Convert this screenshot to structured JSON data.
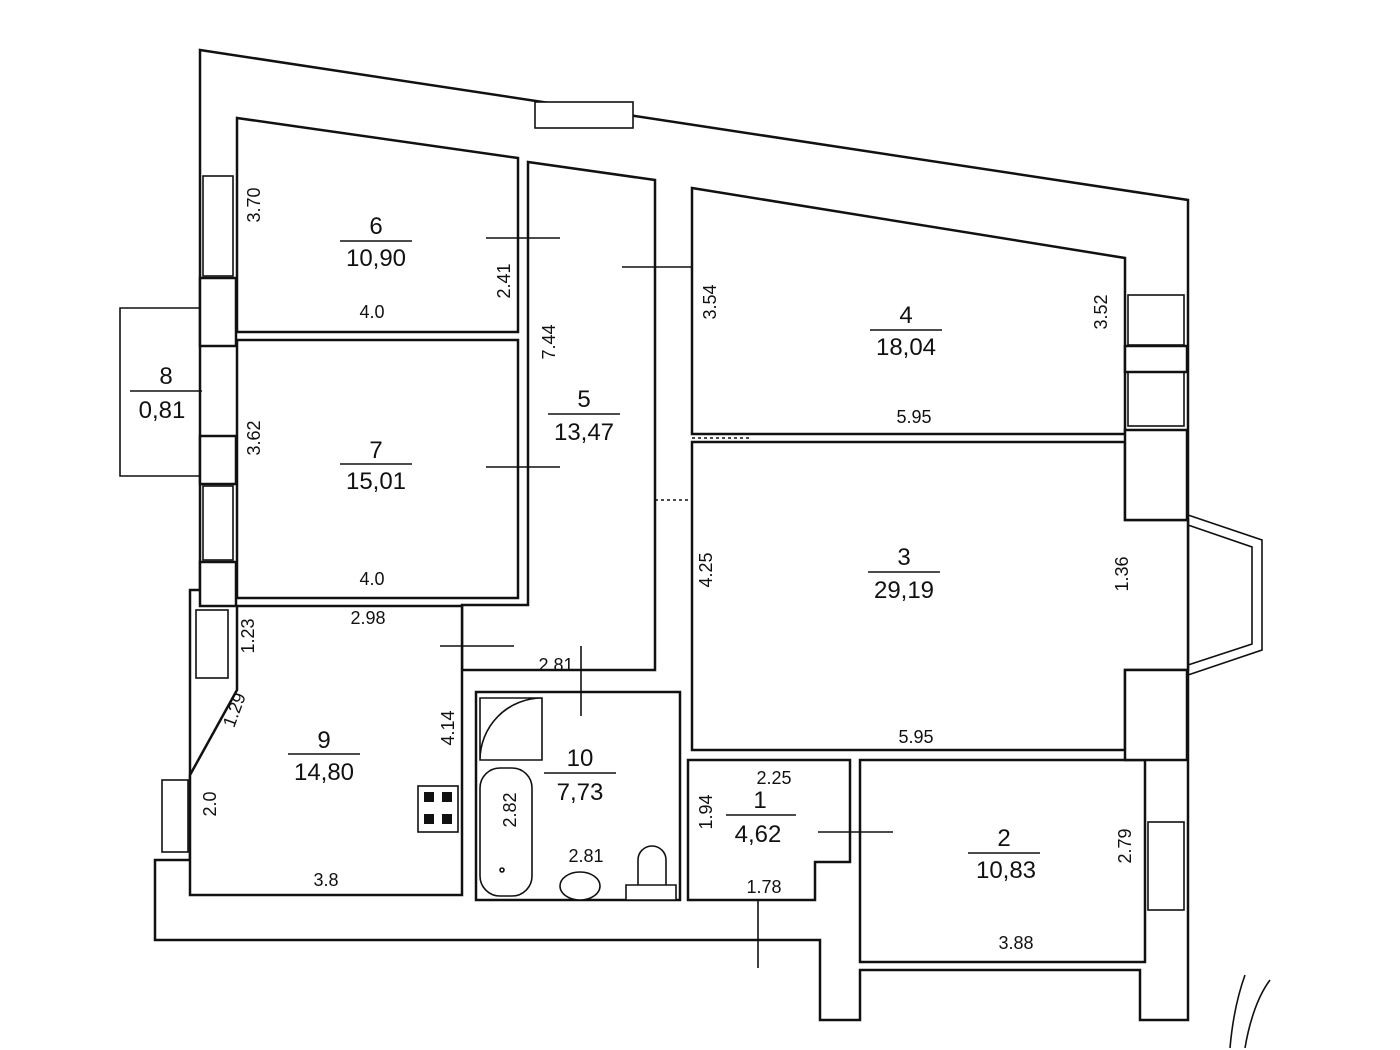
{
  "rooms": [
    {
      "id": "r1",
      "number": "1",
      "area": "4,62"
    },
    {
      "id": "r2",
      "number": "2",
      "area": "10,83"
    },
    {
      "id": "r3",
      "number": "3",
      "area": "29,19"
    },
    {
      "id": "r4",
      "number": "4",
      "area": "18,04"
    },
    {
      "id": "r5",
      "number": "5",
      "area": "13,47"
    },
    {
      "id": "r6",
      "number": "6",
      "area": "10,90"
    },
    {
      "id": "r7",
      "number": "7",
      "area": "15,01"
    },
    {
      "id": "r8",
      "number": "8",
      "area": "0,81"
    },
    {
      "id": "r9",
      "number": "9",
      "area": "14,80"
    },
    {
      "id": "r10",
      "number": "10",
      "area": "7,73"
    }
  ],
  "dims": {
    "d_6_h": "3.70",
    "d_6_w": "4.0",
    "d_6_door": "2.41",
    "d_5_len": "7.44",
    "d_4_left": "3.54",
    "d_4_right": "3.52",
    "d_4_w": "5.95",
    "d_7_h": "3.62",
    "d_7_w": "4.0",
    "d_3_left": "4.25",
    "d_3_right": "1.36",
    "d_3_w": "5.95",
    "d_9_top": "2.98",
    "d_9_a": "1.23",
    "d_9_b": "1.29",
    "d_9_c": "2.0",
    "d_9_right": "4.14",
    "d_9_w": "3.8",
    "d_10_top": "2.81",
    "d_10_bath": "2.82",
    "d_10_bottom": "2.81",
    "d_1_w": "2.25",
    "d_1_h": "1.94",
    "d_1_bottom": "1.78",
    "d_2_h": "2.79",
    "d_2_w": "3.88"
  }
}
